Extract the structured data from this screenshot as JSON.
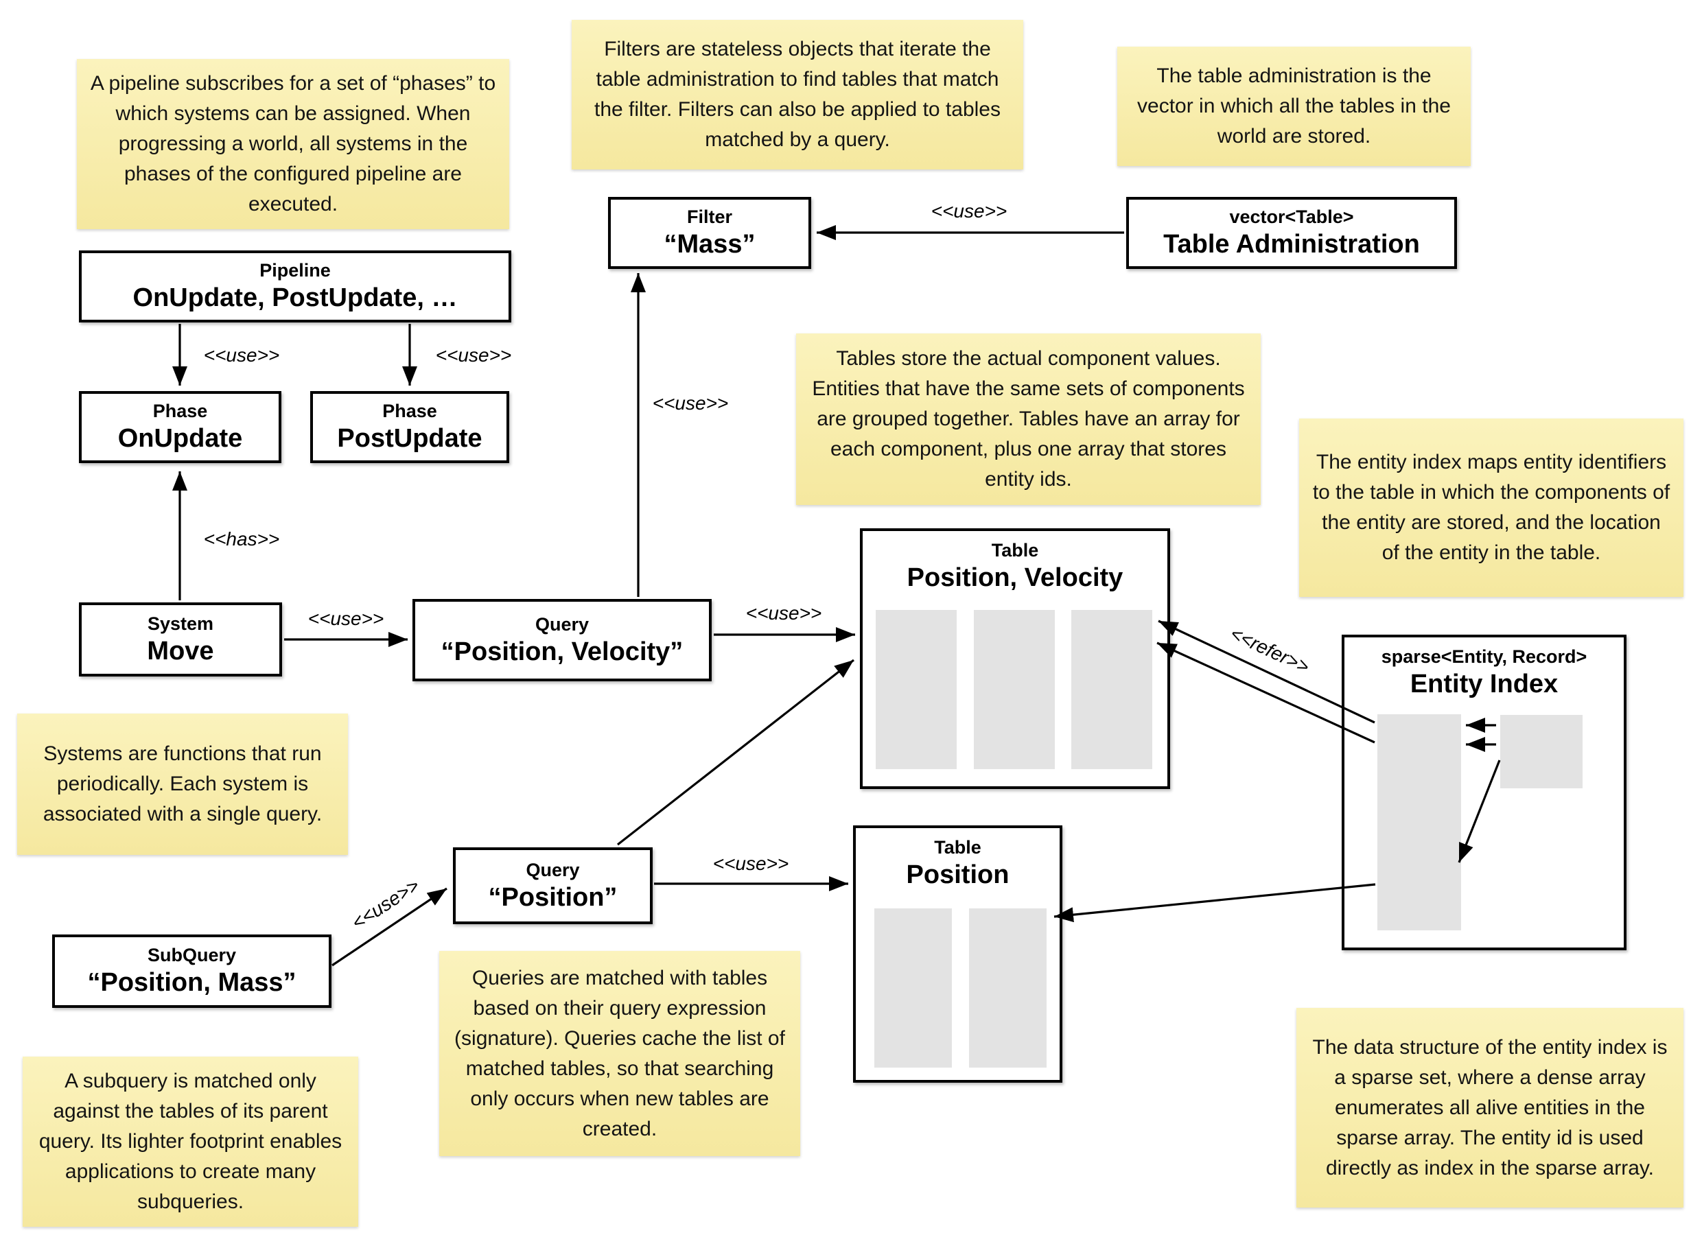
{
  "colors": {
    "background": "#ffffff",
    "note_bg_top": "#fbf3bd",
    "note_bg_bottom": "#f5e89f",
    "box_border": "#000000",
    "array_fill": "#e3e3e3"
  },
  "notes": {
    "pipeline": "A pipeline subscribes for a set of “phases” to which systems can be assigned. When progressing a world, all systems in the phases of the configured pipeline are executed.",
    "filters": "Filters are stateless objects that iterate the table administration to find tables that match the filter. Filters can also be applied to tables matched by a query.",
    "table_administration": "The table administration is the vector in which all the tables in the world are stored.",
    "tables": "Tables store the actual component values. Entities that have the same sets of components are grouped together. Tables have an array for each component, plus one array that stores entity ids.",
    "entity_index": "The entity index maps entity identifiers to the table in which the components of the entity are stored, and the location of the entity in the table.",
    "systems": "Systems are functions that run periodically. Each system is associated with a single query.",
    "queries": "Queries are matched with tables based on their query expression (signature). Queries cache the list of matched tables, so that searching only occurs when new tables are created.",
    "subqueries": "A subquery is matched only against the tables of its parent query. Its lighter footprint enables applications to create many subqueries.",
    "sparse_set": "The data structure of the entity index is a sparse set, where a dense array enumerates all alive entities in the sparse array. The entity id is used directly as index in the sparse array."
  },
  "boxes": {
    "pipeline": {
      "title": "Pipeline",
      "value": "OnUpdate, PostUpdate, …"
    },
    "phase_onupdate": {
      "title": "Phase",
      "value": "OnUpdate"
    },
    "phase_postupdate": {
      "title": "Phase",
      "value": "PostUpdate"
    },
    "filter_mass": {
      "title": "Filter",
      "value": "“Mass”"
    },
    "table_administration": {
      "title": "vector<Table>",
      "value": "Table Administration"
    },
    "system_move": {
      "title": "System",
      "value": "Move"
    },
    "query_position_velocity": {
      "title": "Query",
      "value": "“Position, Velocity”"
    },
    "table_position_velocity": {
      "title": "Table",
      "value": "Position, Velocity"
    },
    "query_position": {
      "title": "Query",
      "value": "“Position”"
    },
    "table_position": {
      "title": "Table",
      "value": "Position"
    },
    "subquery_position_mass": {
      "title": "SubQuery",
      "value": "“Position, Mass”"
    },
    "entity_index": {
      "title": "sparse<Entity, Record>",
      "value": "Entity Index"
    }
  },
  "arrow_labels": {
    "use": "<<use>>",
    "has": "<<has>>",
    "refer": "<<refer>>"
  }
}
